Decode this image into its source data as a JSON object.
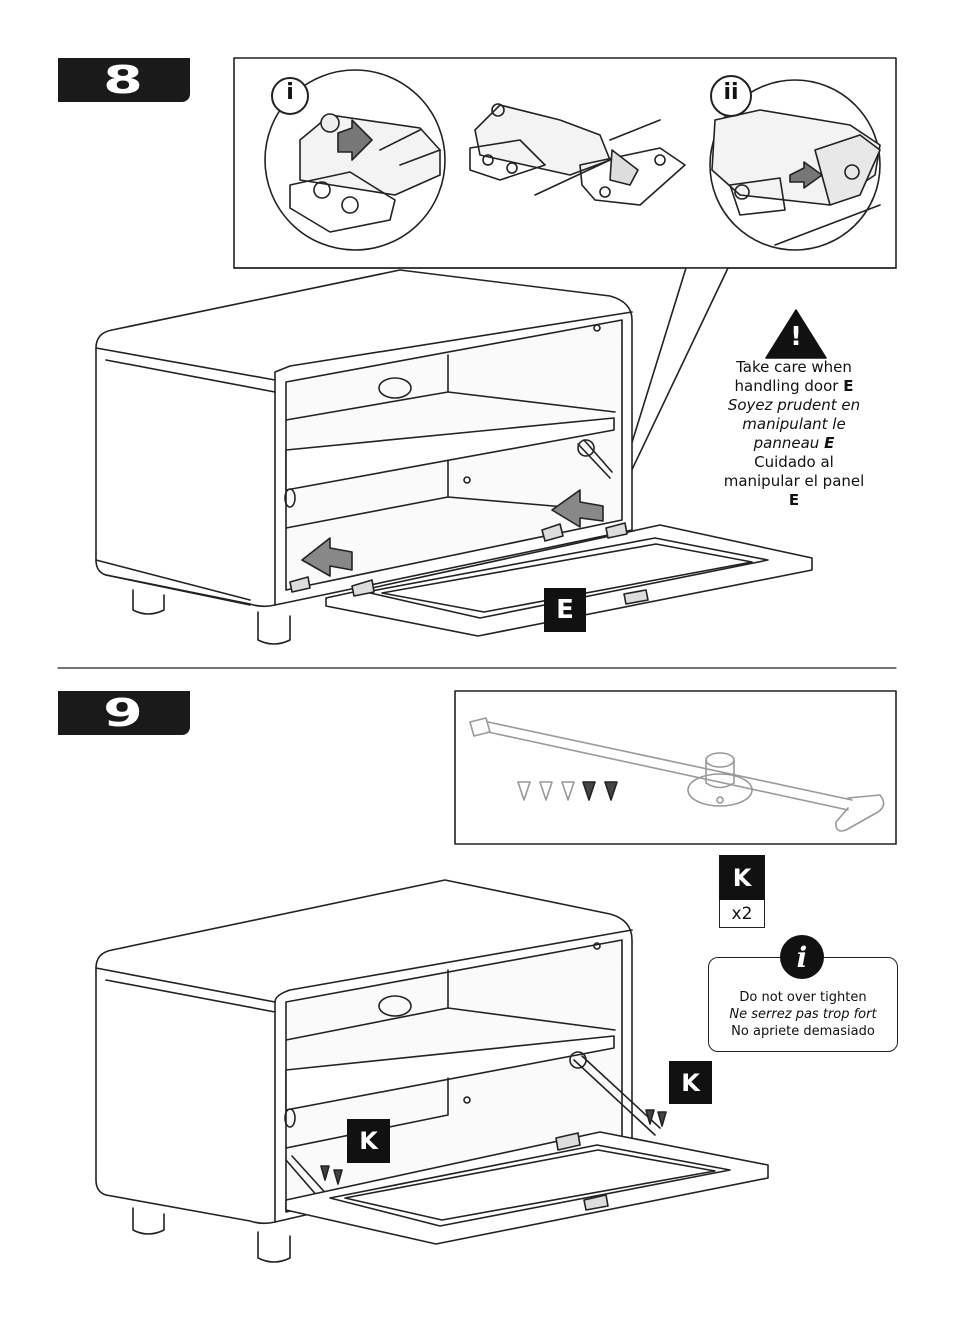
{
  "steps": [
    {
      "number": "8"
    },
    {
      "number": "9"
    }
  ],
  "step8": {
    "detail_labels": [
      "i",
      "ii"
    ],
    "part_label": "E",
    "warning": {
      "en_prefix": "Take care when handling door ",
      "en_part": "E",
      "fr_prefix": "Soyez prudent en manipulant le panneau ",
      "fr_part": "E",
      "es_prefix": "Cuidado al manipular el panel ",
      "es_part": "E"
    }
  },
  "step9": {
    "part_label": "K",
    "quantity": "x2",
    "note": {
      "icon": "i",
      "en": "Do not over tighten",
      "fr": "Ne serrez pas trop fort",
      "es": "No apriete demasiado"
    }
  },
  "icons": {
    "warning": "warning-triangle-icon",
    "info": "info-icon"
  }
}
